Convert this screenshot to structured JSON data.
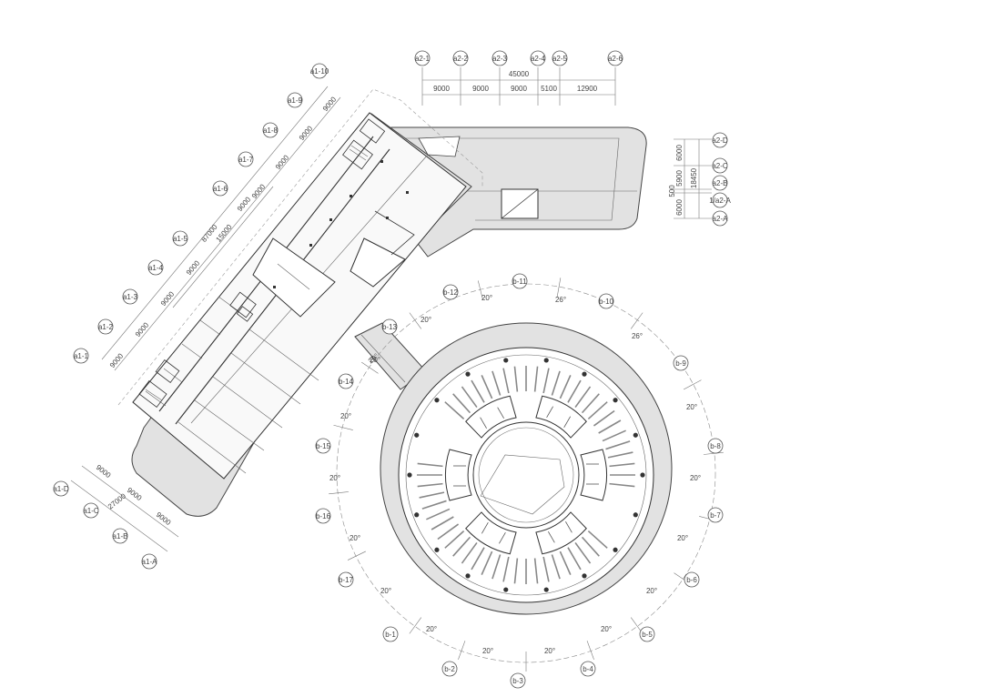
{
  "top_axes": [
    "a2-1",
    "a2-2",
    "a2-3",
    "a2-4",
    "a2-5",
    "a2-6"
  ],
  "top_dims": {
    "total": "45000",
    "segments": [
      "9000",
      "9000",
      "9000",
      "5100",
      "12900"
    ]
  },
  "right_axes": [
    "a2-D",
    "a2-C",
    "a2-B",
    "1/a2-A",
    "a2-A"
  ],
  "right_dims": {
    "total": "18450",
    "segments": [
      "6000",
      "5900",
      "500",
      "6000"
    ]
  },
  "left_axes": [
    "a1-1",
    "a1-2",
    "a1-3",
    "a1-4",
    "a1-5",
    "a1-6",
    "a1-7",
    "a1-8",
    "a1-9",
    "a1-10"
  ],
  "left_dims": {
    "total": "87000",
    "sub": "15000",
    "segments": [
      "9000",
      "9000",
      "9000",
      "9000",
      "9000",
      "9000",
      "9000",
      "9000",
      "9000"
    ]
  },
  "bottom_axes": [
    "a1-D",
    "a1-C",
    "a1-B",
    "a1-A"
  ],
  "bottom_dims": {
    "total": "27000",
    "segments": [
      "9000",
      "9000",
      "9000"
    ]
  },
  "radial_axes": [
    "b-1",
    "b-2",
    "b-3",
    "b-4",
    "b-5",
    "b-6",
    "b-7",
    "b-8",
    "b-9",
    "b-10",
    "b-11",
    "b-12",
    "b-13",
    "b-14",
    "b-15",
    "b-16",
    "b-17"
  ],
  "angle_labels": [
    "20°",
    "26°",
    "20°",
    "26°",
    "20°",
    "20°",
    "20°",
    "20°",
    "20°",
    "20°",
    "20°",
    "20°",
    "20°",
    "20°",
    "20°",
    "20°"
  ]
}
